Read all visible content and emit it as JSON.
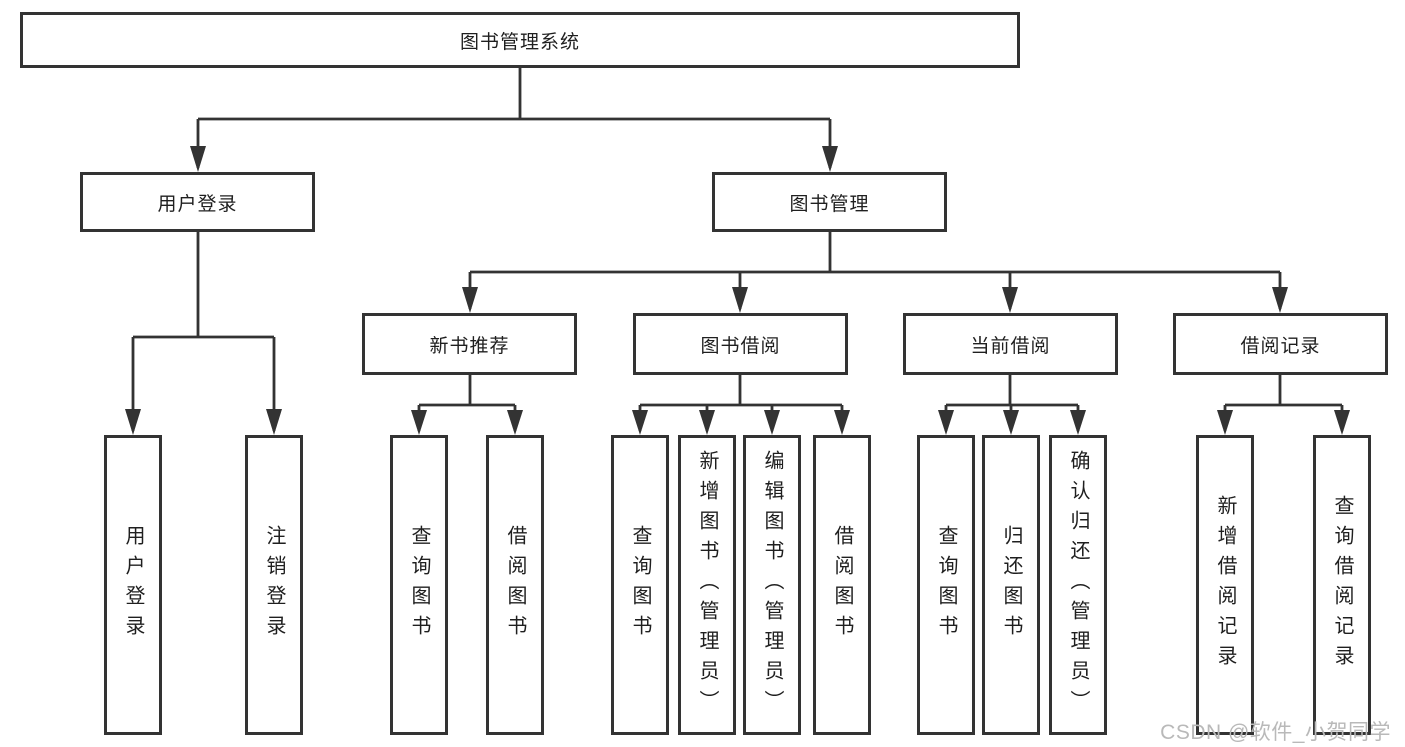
{
  "diagram": {
    "tree": {
      "root": "图书管理系统",
      "children": [
        {
          "label": "用户登录",
          "children": [
            "用户登录",
            "注销登录"
          ]
        },
        {
          "label": "图书管理",
          "children": [
            {
              "label": "新书推荐",
              "children": [
                "查询图书",
                "借阅图书"
              ]
            },
            {
              "label": "图书借阅",
              "children": [
                "查询图书",
                "新增图书（管理员）",
                "编辑图书（管理员）",
                "借阅图书"
              ]
            },
            {
              "label": "当前借阅",
              "children": [
                "查询图书",
                "归还图书",
                "确认归还（管理员）"
              ]
            },
            {
              "label": "借阅记录",
              "children": [
                "新增借阅记录",
                "查询借阅记录"
              ]
            }
          ]
        }
      ]
    },
    "colors": {
      "line": "#333333",
      "text": "#1f1f1f",
      "watermark": "#b9b9b9",
      "background": "#ffffff"
    }
  },
  "watermark": {
    "text": "CSDN @软件_小贺同学"
  }
}
